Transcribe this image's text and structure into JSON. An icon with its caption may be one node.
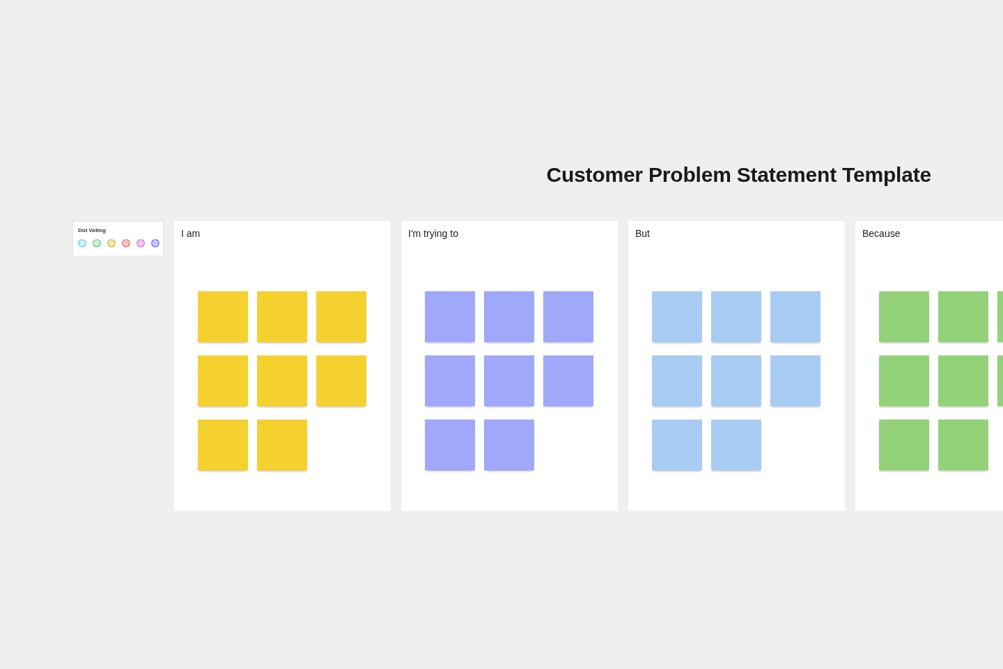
{
  "diagram": {
    "title": "Customer Problem Statement Template",
    "nodes": [
      {
        "text": [
          "Dot Voting"
        ]
      },
      {
        "text": [
          "I am"
        ]
      },
      {
        "text": [],
        "shape": "box",
        "in": 1
      },
      {
        "text": [],
        "shape": "box",
        "in": 1
      },
      {
        "text": [],
        "shape": "box",
        "in": 1
      },
      {
        "text": [],
        "shape": "box",
        "in": 1
      },
      {
        "text": [],
        "shape": "box",
        "in": 1
      },
      {
        "text": [],
        "shape": "box",
        "in": 1
      },
      {
        "text": [],
        "shape": "box",
        "in": 1
      },
      {
        "text": [],
        "shape": "box",
        "in": 1
      },
      {
        "text": [
          "I'm trying to"
        ]
      },
      {
        "text": [],
        "shape": "box",
        "in": 10
      },
      {
        "text": [],
        "shape": "box",
        "in": 10
      },
      {
        "text": [],
        "shape": "box",
        "in": 10
      },
      {
        "text": [],
        "shape": "box",
        "in": 10
      },
      {
        "text": [],
        "shape": "box",
        "in": 10
      },
      {
        "text": [],
        "shape": "box",
        "in": 10
      },
      {
        "text": [],
        "shape": "box",
        "in": 10
      },
      {
        "text": [],
        "shape": "box",
        "in": 10
      },
      {
        "text": [
          "But"
        ]
      },
      {
        "text": [],
        "shape": "box",
        "in": 19
      },
      {
        "text": [],
        "shape": "box",
        "in": 19
      },
      {
        "text": [],
        "shape": "box",
        "in": 19
      },
      {
        "text": [],
        "shape": "box",
        "in": 19
      },
      {
        "text": [],
        "shape": "box",
        "in": 19
      },
      {
        "text": [],
        "shape": "box",
        "in": 19
      },
      {
        "text": [],
        "shape": "box",
        "in": 19
      },
      {
        "text": [],
        "shape": "box",
        "in": 19
      },
      {
        "text": [
          "Because"
        ]
      },
      {
        "text": [],
        "shape": "box",
        "in": 28
      },
      {
        "text": [],
        "shape": "box",
        "in": 28
      },
      {
        "text": [],
        "shape": "box",
        "in": 28
      },
      {
        "text": [],
        "shape": "box",
        "in": 28
      },
      {
        "text": [],
        "shape": "box",
        "in": 28
      },
      {
        "text": [],
        "shape": "box",
        "in": 28
      },
      {
        "text": [],
        "shape": "box",
        "in": 28
      },
      {
        "text": [],
        "shape": "box",
        "in": 28
      }
    ],
    "edges": []
  }
}
